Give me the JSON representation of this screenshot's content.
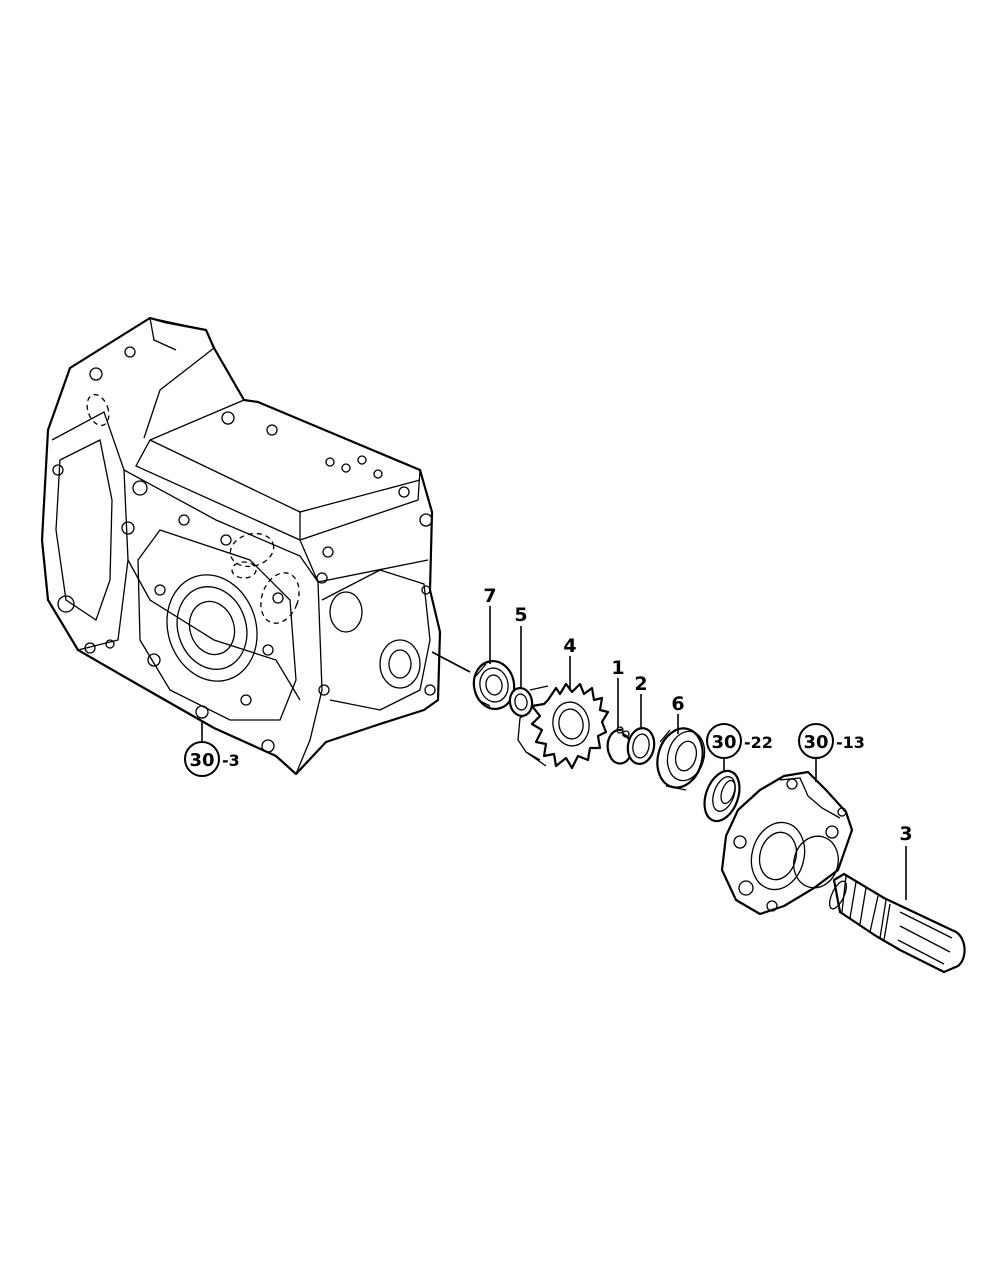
{
  "callouts": [
    {
      "id": "7",
      "text": "7"
    },
    {
      "id": "5",
      "text": "5"
    },
    {
      "id": "4",
      "text": "4"
    },
    {
      "id": "1",
      "text": "1"
    },
    {
      "id": "2",
      "text": "2"
    },
    {
      "id": "6",
      "text": "6"
    },
    {
      "id": "3",
      "text": "3"
    }
  ],
  "references": [
    {
      "id": "ref-30-3",
      "circle": "30",
      "suffix": "-3"
    },
    {
      "id": "ref-30-22",
      "circle": "30",
      "suffix": "-22"
    },
    {
      "id": "ref-30-13",
      "circle": "30",
      "suffix": "-13"
    }
  ],
  "parts": [
    "transmission-case",
    "ball-bearing-7",
    "collar-5",
    "helical-gear-4",
    "snap-ring-1",
    "shim-2",
    "ball-bearing-6",
    "oil-seal",
    "bearing-cover",
    "pto-shaft-3"
  ]
}
